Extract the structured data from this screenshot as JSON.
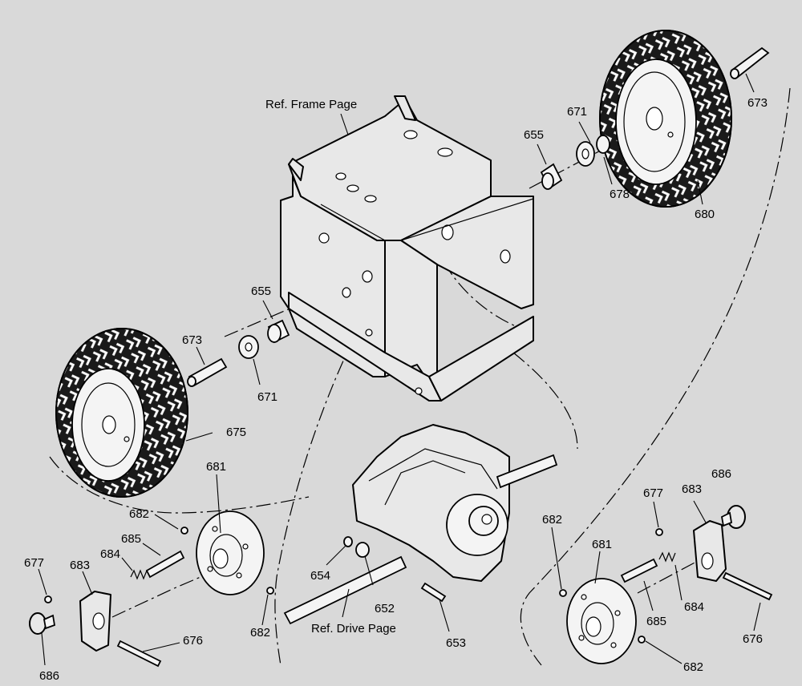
{
  "background": "#d9d9d9",
  "references": {
    "frame_page": "Ref. Frame Page",
    "drive_page": "Ref. Drive Page"
  },
  "callouts": [
    {
      "id": "c-673-top",
      "text": "673"
    },
    {
      "id": "c-671-top",
      "text": "671"
    },
    {
      "id": "c-655-top",
      "text": "655"
    },
    {
      "id": "c-678",
      "text": "678"
    },
    {
      "id": "c-680",
      "text": "680"
    },
    {
      "id": "c-655-left",
      "text": "655"
    },
    {
      "id": "c-673-left",
      "text": "673"
    },
    {
      "id": "c-671-left",
      "text": "671"
    },
    {
      "id": "c-675",
      "text": "675"
    },
    {
      "id": "c-681-left",
      "text": "681"
    },
    {
      "id": "c-682-left-top",
      "text": "682"
    },
    {
      "id": "c-685-left",
      "text": "685"
    },
    {
      "id": "c-684-left",
      "text": "684"
    },
    {
      "id": "c-677-left",
      "text": "677"
    },
    {
      "id": "c-683-left",
      "text": "683"
    },
    {
      "id": "c-686-left",
      "text": "686"
    },
    {
      "id": "c-676-left",
      "text": "676"
    },
    {
      "id": "c-682-left-bottom",
      "text": "682"
    },
    {
      "id": "c-654",
      "text": "654"
    },
    {
      "id": "c-652",
      "text": "652"
    },
    {
      "id": "c-653",
      "text": "653"
    },
    {
      "id": "c-682-right-top",
      "text": "682"
    },
    {
      "id": "c-681-right",
      "text": "681"
    },
    {
      "id": "c-677-right",
      "text": "677"
    },
    {
      "id": "c-683-right",
      "text": "683"
    },
    {
      "id": "c-686-right",
      "text": "686"
    },
    {
      "id": "c-684-right",
      "text": "684"
    },
    {
      "id": "c-685-right",
      "text": "685"
    },
    {
      "id": "c-676-right",
      "text": "676"
    },
    {
      "id": "c-682-right-bottom",
      "text": "682"
    }
  ]
}
